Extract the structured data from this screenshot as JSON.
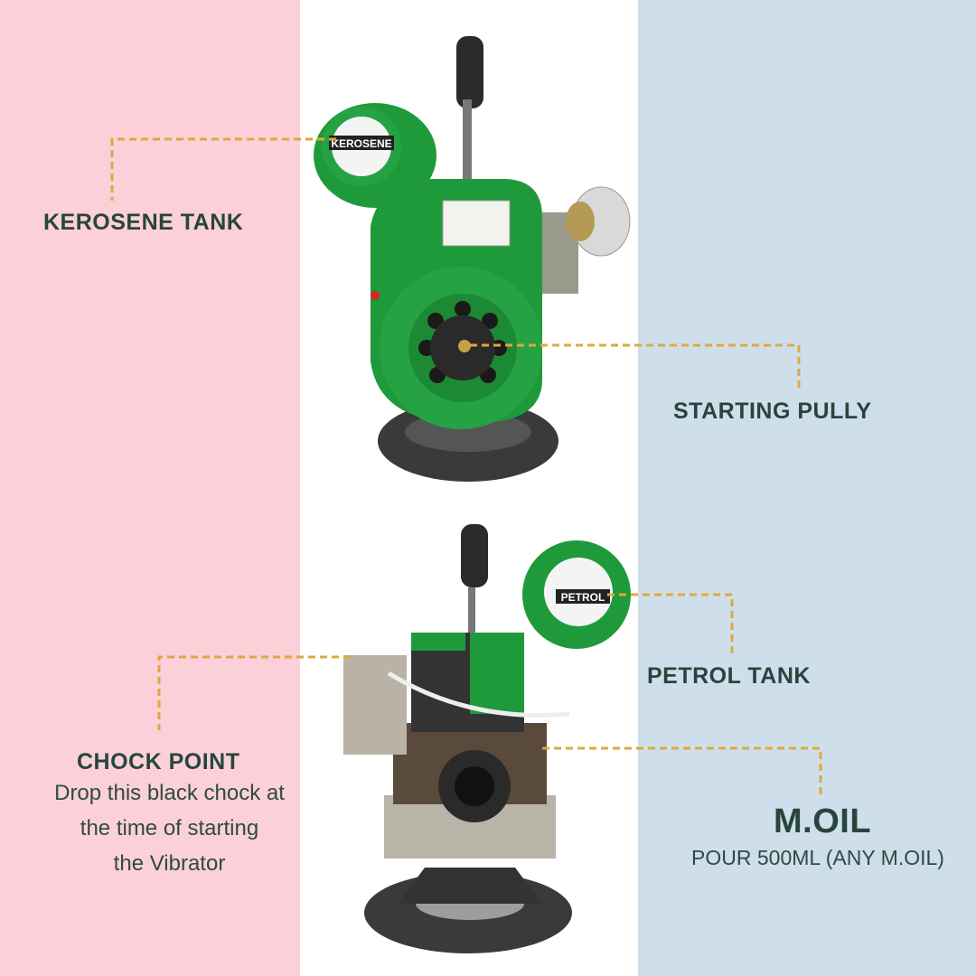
{
  "background": {
    "left": "#fbd0d9",
    "center": "#ffffff",
    "right": "#cedfeb"
  },
  "colors": {
    "text": "#27453d",
    "leader_line": "#dfa83f",
    "engine_green": "#1f9a3a"
  },
  "callouts": {
    "kerosene_tank": {
      "label": "KEROSENE TANK",
      "tank_text": "KEROSENE"
    },
    "starting_pully": {
      "label": "STARTING PULLY"
    },
    "petrol_tank": {
      "label": "PETROL TANK",
      "tank_text": "PETROL"
    },
    "chock_point": {
      "label": "CHOCK POINT",
      "description": [
        "Drop this black chock at",
        "the time of starting",
        "the Vibrator"
      ]
    },
    "m_oil": {
      "label": "M.OIL",
      "description": "POUR 500ML (ANY M.OIL)"
    }
  }
}
